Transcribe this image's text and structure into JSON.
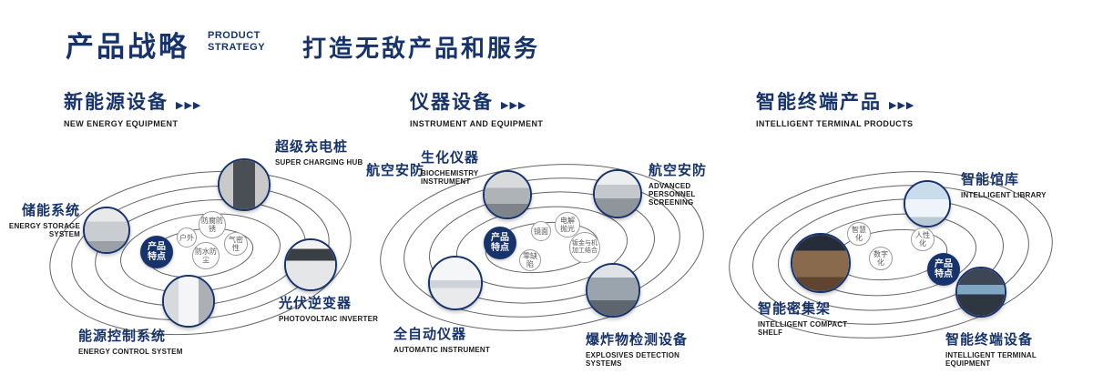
{
  "header": {
    "title": "产品战略",
    "title_en_line1": "PRODUCT",
    "title_en_line2": "STRATEGY",
    "tagline": "打造无敌产品和服务"
  },
  "arrows": "▶▶▶",
  "colors": {
    "accent": "#16336b",
    "orbit_line": "#4a4a4a"
  },
  "sections": [
    {
      "title": "新能源设备",
      "subtitle": "NEW ENERGY EQUIPMENT",
      "badge": "产品特点",
      "features": [
        "防腐防锈",
        "户外",
        "气密性",
        "防水防尘"
      ],
      "products": [
        {
          "title": "储能系统",
          "subtitle": "ENERGY STORAGE SYSTEM"
        },
        {
          "title": "超级充电桩",
          "subtitle": "SUPER CHARGING HUB"
        },
        {
          "title": "光伏逆变器",
          "subtitle": "PHOTOVOLTAIC INVERTER"
        },
        {
          "title": "能源控制系统",
          "subtitle": "ENERGY CONTROL SYSTEM"
        }
      ]
    },
    {
      "title": "仪器设备",
      "subtitle": "INSTRUMENT AND EQUIPMENT",
      "badge": "产品特点",
      "side_label": "航空安防",
      "features": [
        "镜面",
        "电解抛光",
        "零缺陷",
        "钣金与机加工结合"
      ],
      "products": [
        {
          "title": "生化仪器",
          "subtitle": "BIOCHEMISTRY INSTRUMENT"
        },
        {
          "title": "航空安防",
          "subtitle": "ADVANCED PERSONNEL SCREENING"
        },
        {
          "title": "全自动仪器",
          "subtitle": "AUTOMATIC INSTRUMENT"
        },
        {
          "title": "爆炸物检测设备",
          "subtitle": "EXPLOSIVES DETECTION SYSTEMS"
        }
      ]
    },
    {
      "title": "智能终端产品",
      "subtitle": "INTELLIGENT TERMINAL PRODUCTS",
      "badge": "产品特点",
      "features": [
        "智慧化",
        "人性化",
        "数字化"
      ],
      "products": [
        {
          "title": "智能馆库",
          "subtitle": "INTELLIGENT LIBRARY"
        },
        {
          "title": "智能密集架",
          "subtitle": "INTELLIGENT COMPACT SHELF"
        },
        {
          "title": "智能终端设备",
          "subtitle": "INTELLIGENT TERMINAL EQUIPMENT"
        }
      ]
    }
  ]
}
